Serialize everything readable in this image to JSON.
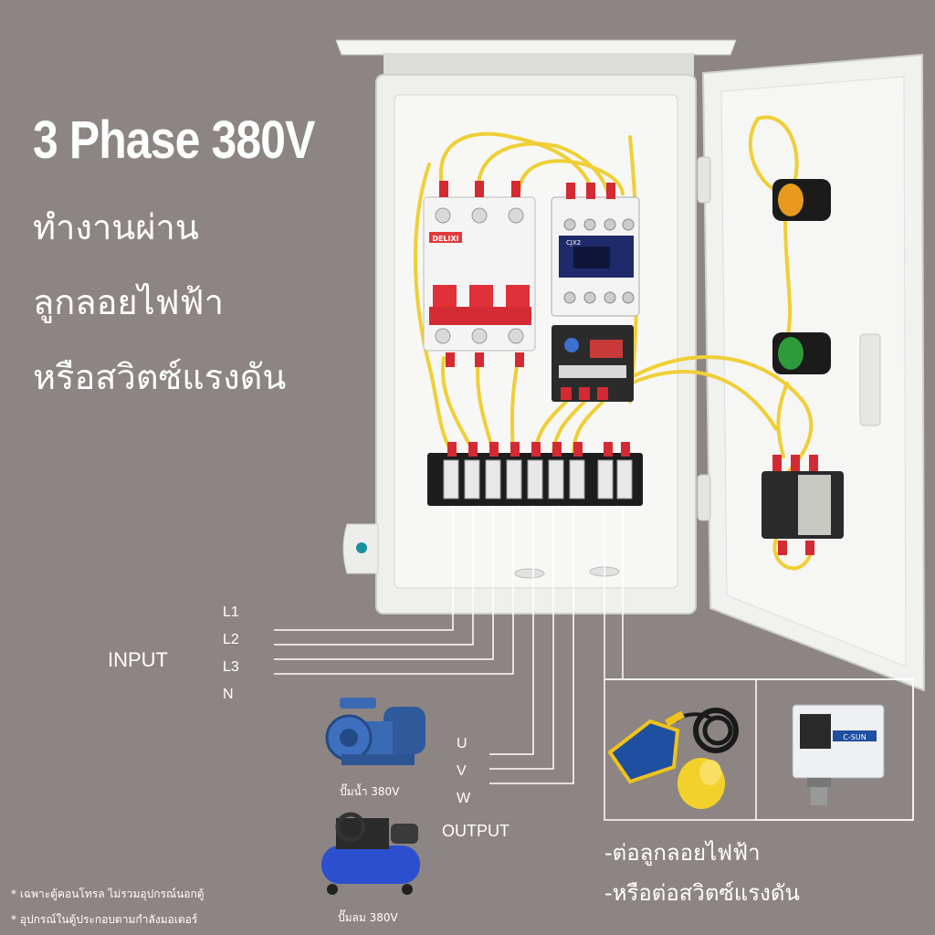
{
  "heading": {
    "title": "3 Phase 380V",
    "line1": "ทำงานผ่าน",
    "line2": "ลูกลอยไฟฟ้า",
    "line3": "หรือสวิตซ์แรงดัน"
  },
  "input": {
    "label": "INPUT",
    "terminals": [
      "L1",
      "L2",
      "L3",
      "N"
    ]
  },
  "output": {
    "label": "OUTPUT",
    "terminals": [
      "U",
      "V",
      "W"
    ]
  },
  "devices": {
    "pump_caption": "ปั๊มน้ำ 380V",
    "compressor_caption": "ปั๊มลม 380V",
    "breaker_brand": "DELIXI",
    "contactor_model": "CJX2",
    "pressure_brand": "C-SUN"
  },
  "connect": {
    "float_switch": "-ต่อลูกลอยไฟฟ้า",
    "pressure_switch": "-หรือต่อสวิตซ์แรงดัน"
  },
  "notes": [
    "* เฉพาะตู้คอนโทรล ไม่รวมอุปกรณ์นอกตู้",
    "* อุปกรณ์ในตู้ประกอบตามกำลังมอเตอร์"
  ],
  "colors": {
    "background": "#8d8583",
    "cabinet": "#f2f2f0",
    "wire": "#f0d23a",
    "breaker_red": "#e0303a",
    "contactor": "#1f2a6b",
    "float": "#1f4fa0"
  }
}
